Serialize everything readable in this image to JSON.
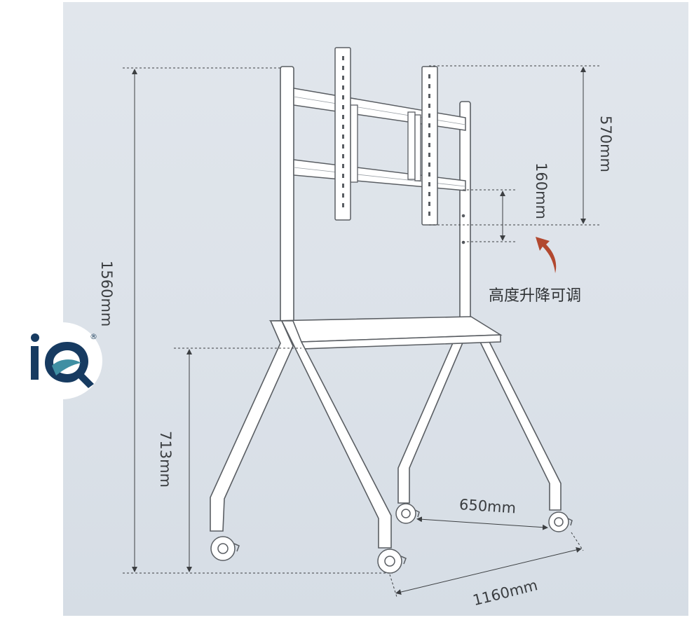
{
  "dimensions": {
    "total_height": "1560mm",
    "bracket_height": "570mm",
    "adjust_range": "160mm",
    "tray_height": "713mm",
    "caster_spacing": "650mm",
    "base_width": "1160mm"
  },
  "annotation": {
    "adjustable_label": "高度升降可调"
  },
  "logo": {
    "brand_text": "iQ",
    "registered_mark": "®"
  },
  "colors": {
    "background": "#dde3ea",
    "frame_line": "#5a5e63",
    "frame_fill": "#ffffff",
    "dimension_line": "#3c3f42",
    "arrow": "#b2482f",
    "logo_blue": "#173b61",
    "logo_teal": "#3f8fa3"
  }
}
